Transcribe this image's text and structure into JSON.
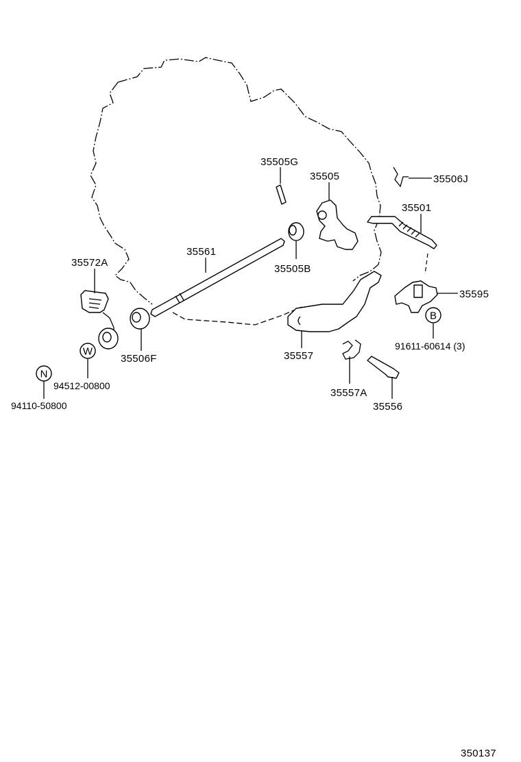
{
  "parts": {
    "p35505G": "35505G",
    "p35505": "35505",
    "p35506J": "35506J",
    "p35501": "35501",
    "p35561": "35561",
    "p35505B": "35505B",
    "p35572A": "35572A",
    "p35595": "35595",
    "p91611": "91611-60614 (3)",
    "p35506F": "35506F",
    "p35557": "35557",
    "p94512": "94512-00800",
    "p94110": "94110-50800",
    "p35557A": "35557A",
    "p35556": "35556"
  },
  "markers": {
    "b": "B",
    "w": "W",
    "n": "N"
  },
  "diagram_code": "350137"
}
